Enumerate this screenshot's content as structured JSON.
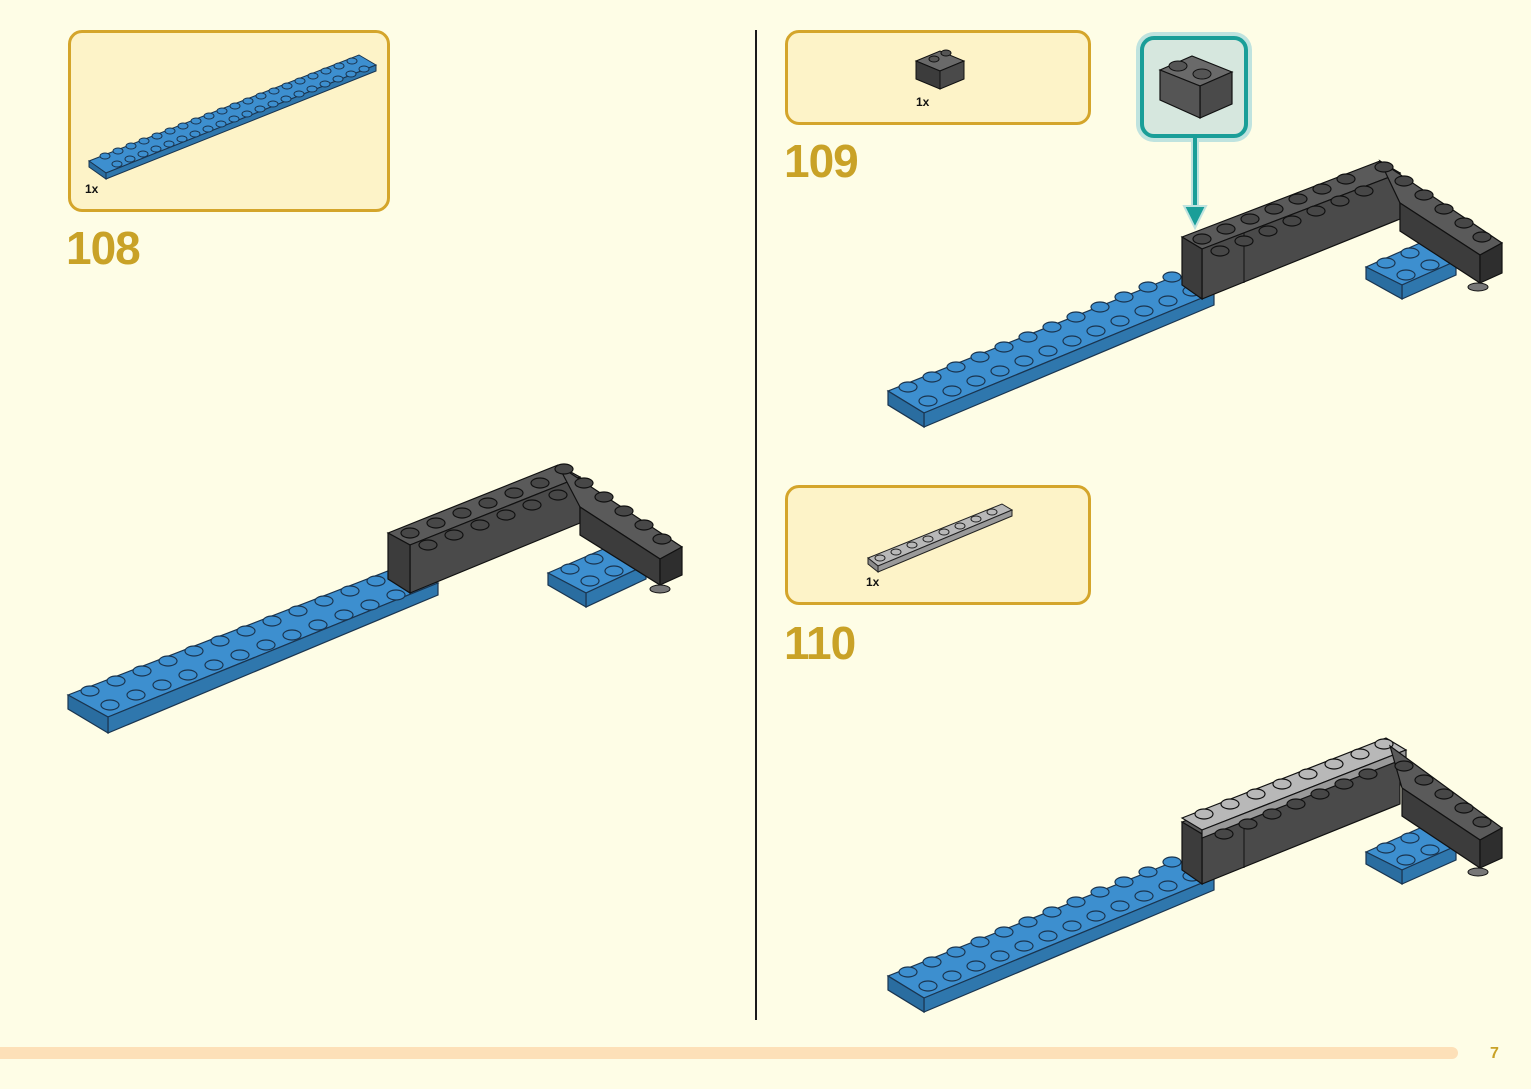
{
  "page_number": "7",
  "steps": [
    {
      "number": "108",
      "part_qty": "1x",
      "part": "blue-plate-2x16"
    },
    {
      "number": "109",
      "part_qty": "1x",
      "part": "dark-gray-brick-1x2"
    },
    {
      "number": "110",
      "part_qty": "1x",
      "part": "light-gray-plate-1x8"
    }
  ],
  "colors": {
    "step_number": "#c9a227",
    "box_border": "#d4a52b",
    "box_fill": "#fdf3c8",
    "background": "#fefde6",
    "callout_border": "#1a9e98",
    "blue_part": "#3d8fcf",
    "dark_gray_part": "#5a5a5a",
    "light_gray_part": "#b8b8b8"
  }
}
